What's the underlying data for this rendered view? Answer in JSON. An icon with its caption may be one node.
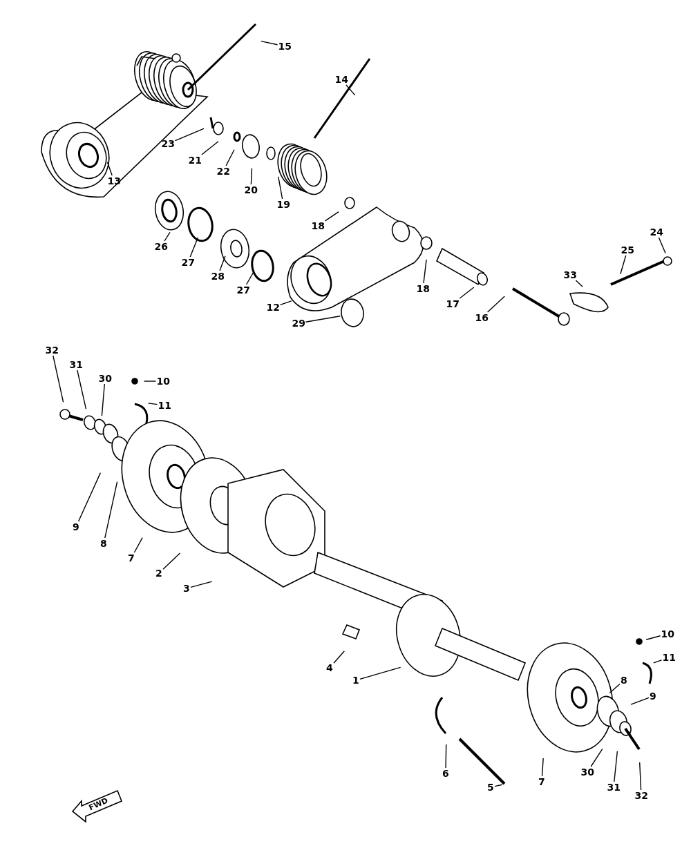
{
  "diagram": {
    "nodes": [
      {
        "text": [
          "15"
        ]
      },
      {
        "text": [
          "14"
        ]
      },
      {
        "text": [
          "13"
        ]
      },
      {
        "text": [
          "23"
        ]
      },
      {
        "text": [
          "21"
        ]
      },
      {
        "text": [
          "22"
        ]
      },
      {
        "text": [
          "20"
        ]
      },
      {
        "text": [
          "19"
        ]
      },
      {
        "text": [
          "18"
        ]
      },
      {
        "text": [
          "26"
        ]
      },
      {
        "text": [
          "27"
        ]
      },
      {
        "text": [
          "28"
        ]
      },
      {
        "text": [
          "27"
        ]
      },
      {
        "text": [
          "12"
        ]
      },
      {
        "text": [
          "29"
        ]
      },
      {
        "text": [
          "18"
        ]
      },
      {
        "text": [
          "17"
        ]
      },
      {
        "text": [
          "16"
        ]
      },
      {
        "text": [
          "33"
        ]
      },
      {
        "text": [
          "25"
        ]
      },
      {
        "text": [
          "24"
        ]
      },
      {
        "text": [
          "32"
        ]
      },
      {
        "text": [
          "31"
        ]
      },
      {
        "text": [
          "30"
        ]
      },
      {
        "text": [
          "10"
        ]
      },
      {
        "text": [
          "11"
        ]
      },
      {
        "text": [
          "9"
        ]
      },
      {
        "text": [
          "8"
        ]
      },
      {
        "text": [
          "7"
        ]
      },
      {
        "text": [
          "2"
        ]
      },
      {
        "text": [
          "3"
        ]
      },
      {
        "text": [
          "4"
        ]
      },
      {
        "text": [
          "1"
        ]
      },
      {
        "text": [
          "10"
        ]
      },
      {
        "text": [
          "11"
        ]
      },
      {
        "text": [
          "8"
        ]
      },
      {
        "text": [
          "9"
        ]
      },
      {
        "text": [
          "6"
        ]
      },
      {
        "text": [
          "5"
        ]
      },
      {
        "text": [
          "7"
        ]
      },
      {
        "text": [
          "30"
        ]
      },
      {
        "text": [
          "31"
        ]
      },
      {
        "text": [
          "32"
        ]
      }
    ],
    "edges": [
      {
        "from": 0,
        "to": null,
        "arrow": "none"
      },
      {
        "from": 1,
        "to": null,
        "arrow": "none"
      },
      {
        "from": 2,
        "to": null,
        "arrow": "none"
      },
      {
        "from": 3,
        "to": null,
        "arrow": "none"
      },
      {
        "from": 4,
        "to": null,
        "arrow": "none"
      },
      {
        "from": 5,
        "to": null,
        "arrow": "none"
      },
      {
        "from": 6,
        "to": null,
        "arrow": "none"
      },
      {
        "from": 7,
        "to": null,
        "arrow": "none"
      },
      {
        "from": 8,
        "to": null,
        "arrow": "none"
      },
      {
        "from": 9,
        "to": null,
        "arrow": "none"
      },
      {
        "from": 10,
        "to": null,
        "arrow": "none"
      },
      {
        "from": 11,
        "to": null,
        "arrow": "none"
      },
      {
        "from": 12,
        "to": null,
        "arrow": "none"
      },
      {
        "from": 13,
        "to": null,
        "arrow": "none"
      },
      {
        "from": 14,
        "to": null,
        "arrow": "none"
      },
      {
        "from": 15,
        "to": null,
        "arrow": "none"
      },
      {
        "from": 16,
        "to": null,
        "arrow": "none"
      },
      {
        "from": 17,
        "to": null,
        "arrow": "none"
      },
      {
        "from": 18,
        "to": null,
        "arrow": "none"
      },
      {
        "from": 19,
        "to": null,
        "arrow": "none"
      },
      {
        "from": 20,
        "to": null,
        "arrow": "none"
      },
      {
        "from": 21,
        "to": null,
        "arrow": "none"
      },
      {
        "from": 22,
        "to": null,
        "arrow": "none"
      },
      {
        "from": 23,
        "to": null,
        "arrow": "none"
      },
      {
        "from": 24,
        "to": null,
        "arrow": "none"
      },
      {
        "from": 25,
        "to": null,
        "arrow": "none"
      },
      {
        "from": 26,
        "to": null,
        "arrow": "none"
      },
      {
        "from": 27,
        "to": null,
        "arrow": "none"
      },
      {
        "from": 28,
        "to": null,
        "arrow": "none"
      },
      {
        "from": 29,
        "to": null,
        "arrow": "none"
      },
      {
        "from": 30,
        "to": null,
        "arrow": "none"
      },
      {
        "from": 31,
        "to": null,
        "arrow": "none"
      },
      {
        "from": 32,
        "to": null,
        "arrow": "none"
      },
      {
        "from": 33,
        "to": null,
        "arrow": "none"
      },
      {
        "from": 34,
        "to": null,
        "arrow": "none"
      },
      {
        "from": 35,
        "to": null,
        "arrow": "none"
      },
      {
        "from": 36,
        "to": null,
        "arrow": "none"
      },
      {
        "from": 37,
        "to": null,
        "arrow": "none"
      },
      {
        "from": 38,
        "to": null,
        "arrow": "none"
      },
      {
        "from": 39,
        "to": null,
        "arrow": "none"
      },
      {
        "from": 40,
        "to": null,
        "arrow": "none"
      },
      {
        "from": 41,
        "to": null,
        "arrow": "none"
      },
      {
        "from": 42,
        "to": null,
        "arrow": "none"
      }
    ],
    "labels": [
      "FWD"
    ]
  }
}
